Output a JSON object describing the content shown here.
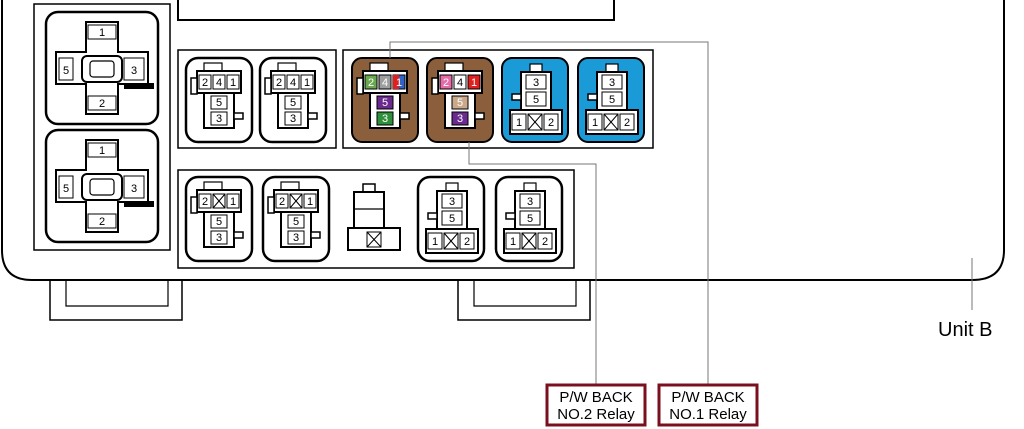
{
  "unit": {
    "label": "Unit B"
  },
  "colors": {
    "line": "#000000",
    "relay_brown": "#8b5e3c",
    "relay_blue": "#1a9ad6",
    "label_border": "#7a0f1f",
    "pin_green": "#6aa84f",
    "pin_gray": "#9e9e9e",
    "pin_blue": "#2f63c4",
    "pin_red": "#e0201e",
    "pin_purple": "#6a2a8e",
    "pin_darkgreen": "#2f8f3a",
    "pin_pink": "#e66aa8",
    "pin_tan": "#c9a98a"
  },
  "callouts": {
    "relay2": {
      "line1": "P/W BACK",
      "line2": "NO.2 Relay"
    },
    "relay1": {
      "line1": "P/W BACK",
      "line2": "NO.1 Relay"
    }
  },
  "pins": {
    "cross_top": {
      "top": "1",
      "left": "5",
      "right": "3",
      "bottom": "2"
    },
    "cross_bottom": {
      "top": "1",
      "left": "5",
      "right": "3",
      "bottom": "2"
    },
    "mid_a": {
      "t1": "2",
      "t2": "4",
      "t3": "1",
      "m": "5",
      "b": "3"
    },
    "mid_b": {
      "t1": "2",
      "t2": "4",
      "t3": "1",
      "m": "5",
      "b": "3"
    },
    "relay_no1": {
      "t1": "2",
      "t2": "4",
      "t3": "1",
      "m": "5",
      "b": "3"
    },
    "relay_no2": {
      "t1": "2",
      "t2": "4",
      "t3": "1",
      "m": "5",
      "b": "3"
    },
    "blue_a": {
      "t": "3",
      "m": "5",
      "bl": "1",
      "br": "2"
    },
    "blue_b": {
      "t": "3",
      "m": "5",
      "bl": "1",
      "br": "2"
    },
    "bot_a": {
      "t1": "2",
      "t3": "1",
      "m": "5",
      "b": "3"
    },
    "bot_b": {
      "t1": "2",
      "t3": "1",
      "m": "5",
      "b": "3"
    },
    "bot_d": {
      "t": "3",
      "m": "5",
      "bl": "1",
      "br": "2"
    },
    "bot_e": {
      "t": "3",
      "m": "5",
      "bl": "1",
      "br": "2"
    }
  }
}
